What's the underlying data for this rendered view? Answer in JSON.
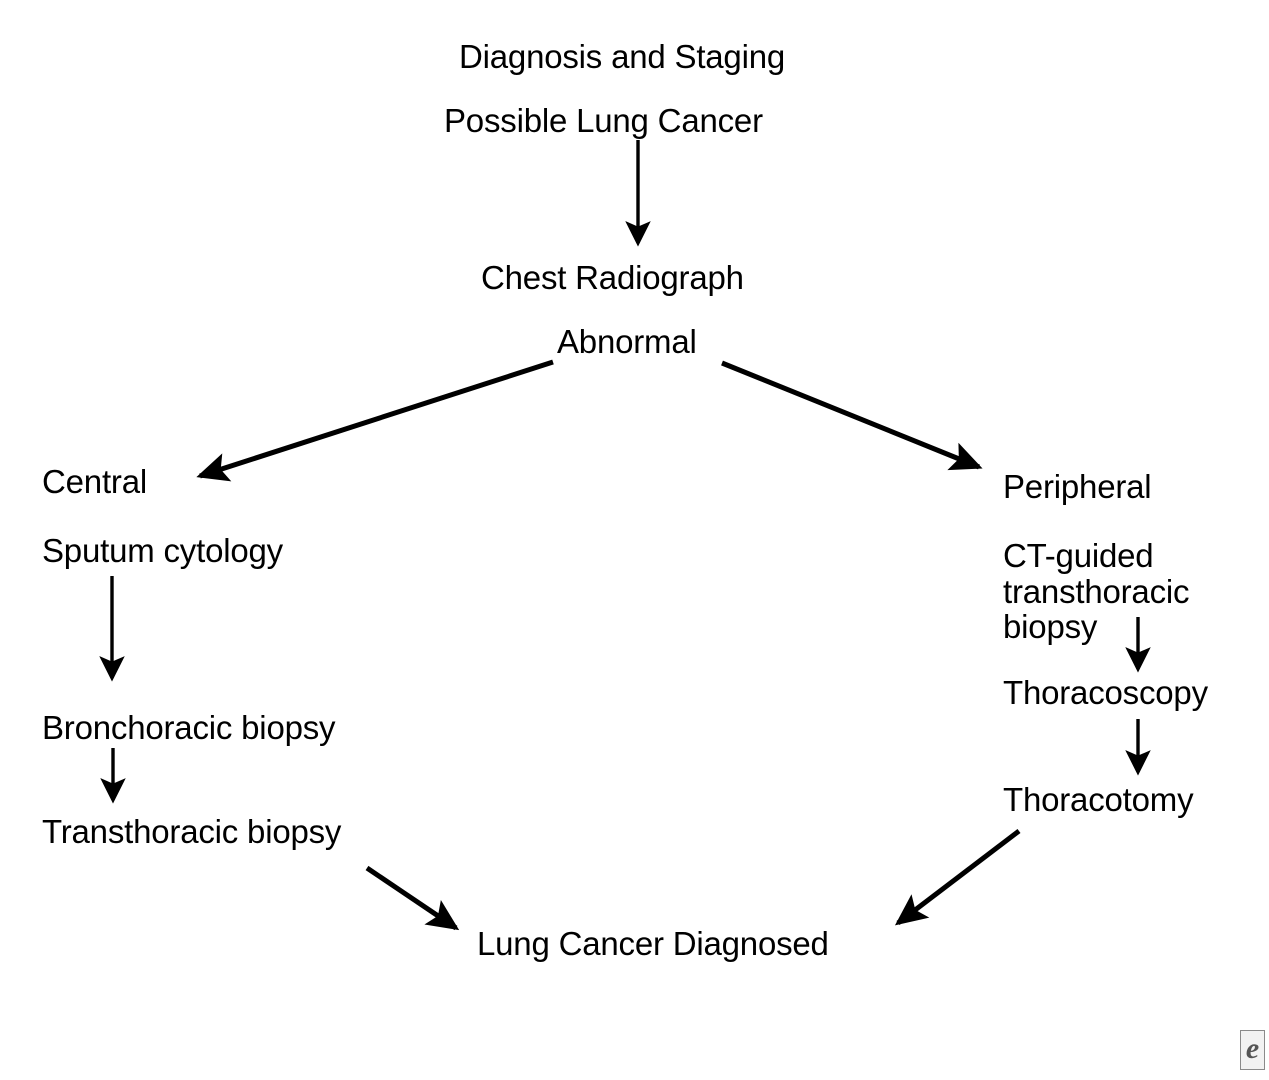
{
  "figure": {
    "title": "Diagnosis and Staging",
    "background_color": "#ffffff",
    "ink_color": "#000000"
  },
  "nodes": {
    "root": "Possible Lung Cancer",
    "chest_radiograph": "Chest Radiograph",
    "abnormal": "Abnormal",
    "central": "Central",
    "sputum_cytology": "Sputum cytology",
    "bronchoracic_biopsy": "Bronchoracic biopsy",
    "transthoracic_biopsy": "Transthoracic biopsy",
    "peripheral": "Peripheral",
    "ct_guided_biopsy": "CT-guided transthoracic biopsy",
    "thoracoscopy": "Thoracoscopy",
    "thoracotomy": "Thoracotomy",
    "diagnosed": "Lung Cancer Diagnosed"
  },
  "edges": [
    {
      "id": "root-to-cxr",
      "from": "Possible Lung Cancer",
      "to": "Chest Radiograph",
      "style": "vertical-arrow"
    },
    {
      "id": "abnormal-to-central",
      "from": "Abnormal",
      "to": "Central",
      "style": "diagonal-arrow-left"
    },
    {
      "id": "abnormal-to-peripheral",
      "from": "Abnormal",
      "to": "Peripheral",
      "style": "diagonal-arrow-right"
    },
    {
      "id": "sputum-to-broncho",
      "from": "Sputum cytology",
      "to": "Bronchoracic biopsy",
      "style": "vertical-arrow"
    },
    {
      "id": "broncho-to-transthor",
      "from": "Bronchoracic biopsy",
      "to": "Transthoracic biopsy",
      "style": "vertical-arrow"
    },
    {
      "id": "transthor-to-diagnosed",
      "from": "Transthoracic biopsy",
      "to": "Lung Cancer Diagnosed",
      "style": "diagonal-arrow-right"
    },
    {
      "id": "ctguided-to-thoracoscopy",
      "from": "CT-guided transthoracic biopsy",
      "to": "Thoracoscopy",
      "style": "vertical-arrow"
    },
    {
      "id": "thoracoscopy-to-thoracotomy",
      "from": "Thoracoscopy",
      "to": "Thoracotomy",
      "style": "vertical-arrow"
    },
    {
      "id": "thoracotomy-to-diagnosed",
      "from": "Thoracotomy",
      "to": "Lung Cancer Diagnosed",
      "style": "diagonal-arrow-left"
    }
  ],
  "watermark": {
    "glyph": "e"
  }
}
